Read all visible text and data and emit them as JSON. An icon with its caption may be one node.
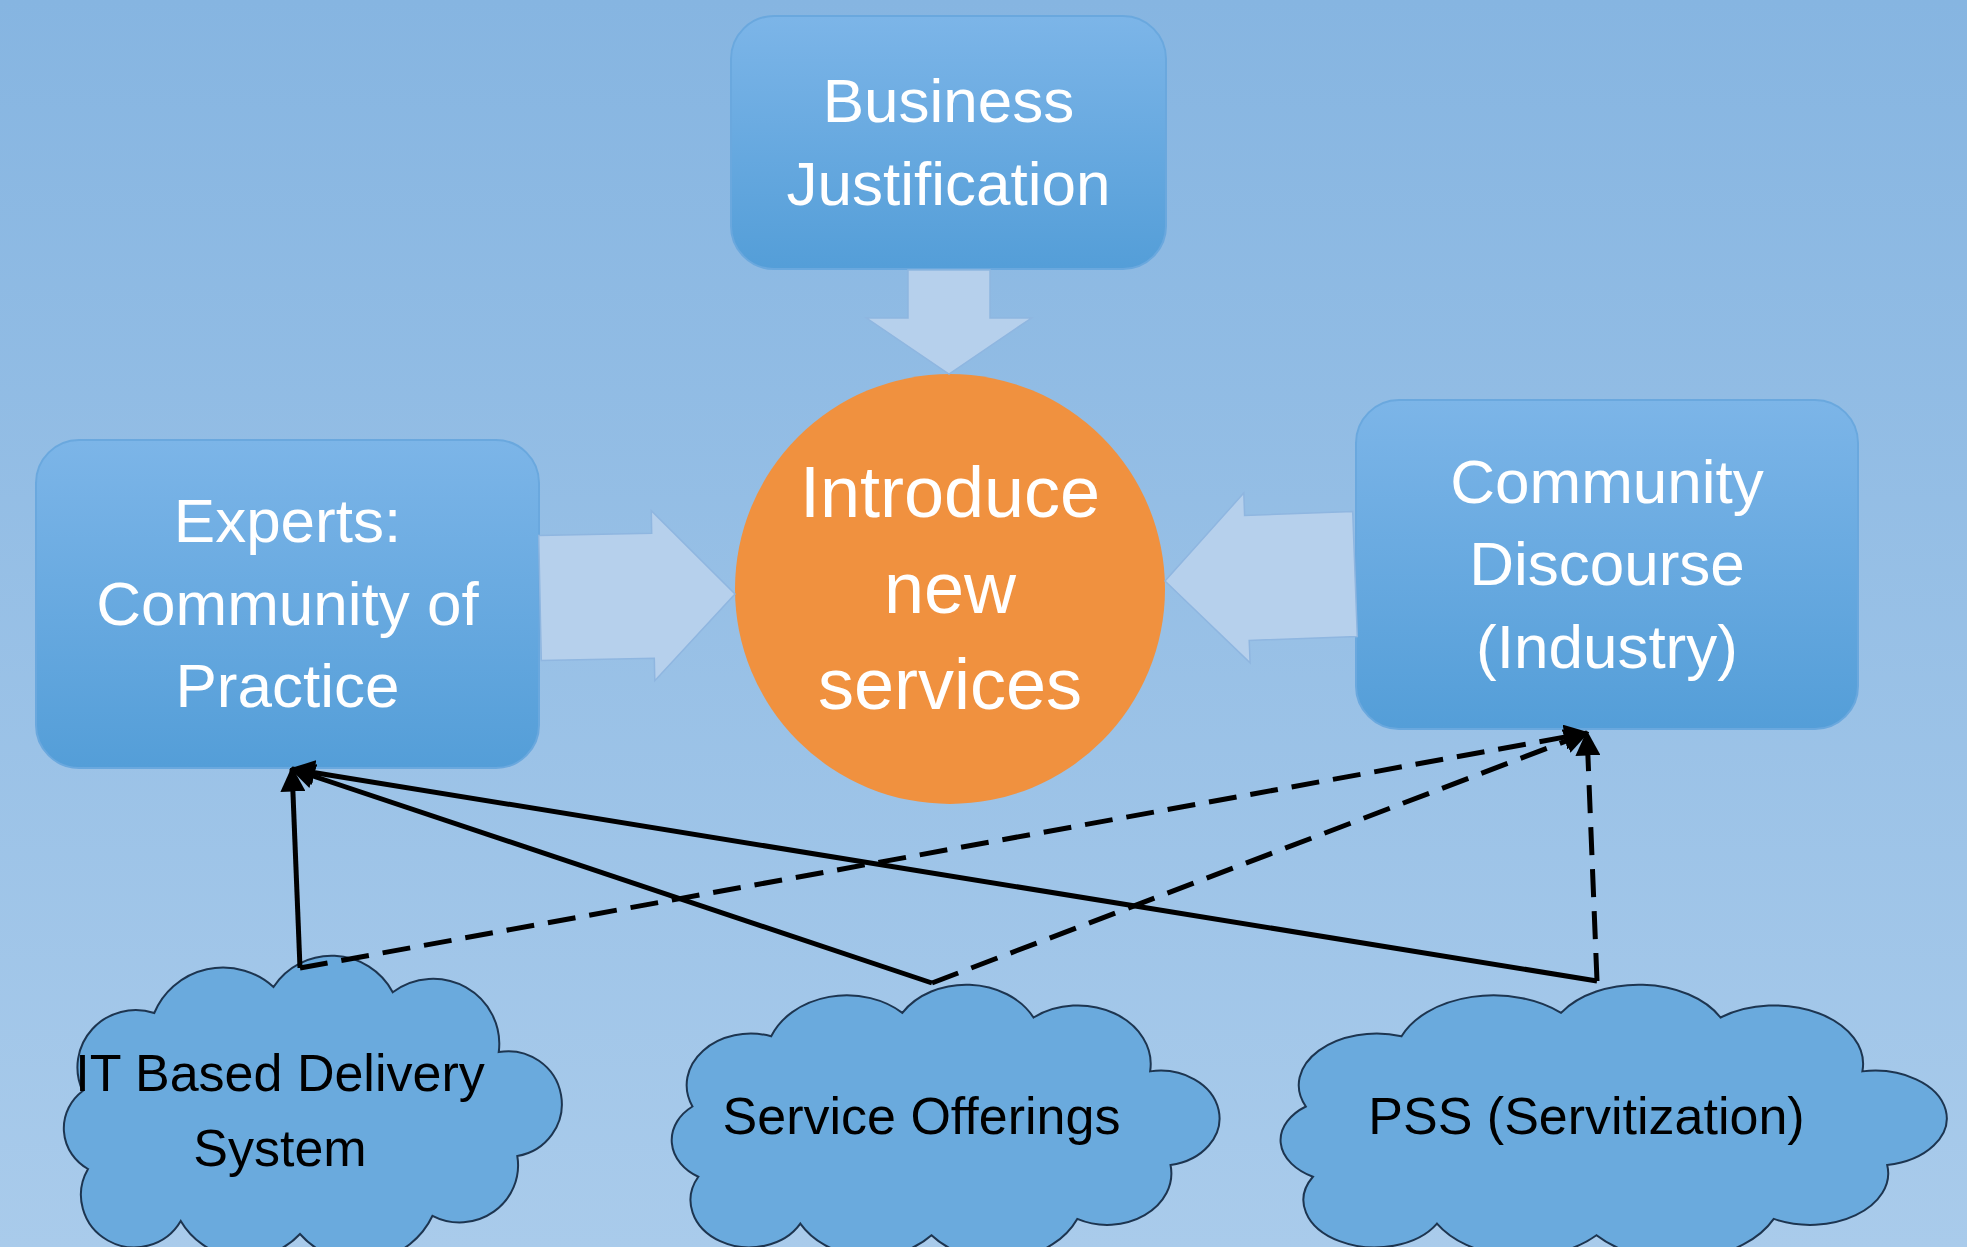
{
  "diagram": {
    "nodes": [
      {
        "text": [
          "Business Justification"
        ]
      },
      {
        "text": [
          "Experts: Community of Practice"
        ]
      },
      {
        "text": [
          "Introduce new services"
        ]
      },
      {
        "text": [
          "Community Discourse (Industry)"
        ]
      },
      {
        "text": [
          "IT Based Delivery System"
        ]
      },
      {
        "text": [
          "Service Offerings"
        ]
      },
      {
        "text": [
          "PSS (Servitization)"
        ]
      }
    ],
    "edges": [
      {
        "from": 0,
        "to": 2,
        "arrow": "to",
        "style": "thick",
        "color": "#b6d0ec"
      },
      {
        "from": 1,
        "to": 2,
        "arrow": "to",
        "style": "thick",
        "color": "#b6d0ec"
      },
      {
        "from": 3,
        "to": 2,
        "arrow": "to",
        "style": "thick",
        "color": "#b6d0ec"
      },
      {
        "from": 4,
        "to": 1,
        "arrow": "to"
      },
      {
        "from": 4,
        "to": 3,
        "arrow": "to",
        "style": "dashed"
      },
      {
        "from": 5,
        "to": 1,
        "arrow": "to"
      },
      {
        "from": 5,
        "to": 3,
        "arrow": "to",
        "style": "dashed"
      },
      {
        "from": 6,
        "to": 1,
        "arrow": "to"
      },
      {
        "from": 6,
        "to": 3,
        "arrow": "to",
        "style": "dashed"
      }
    ]
  }
}
